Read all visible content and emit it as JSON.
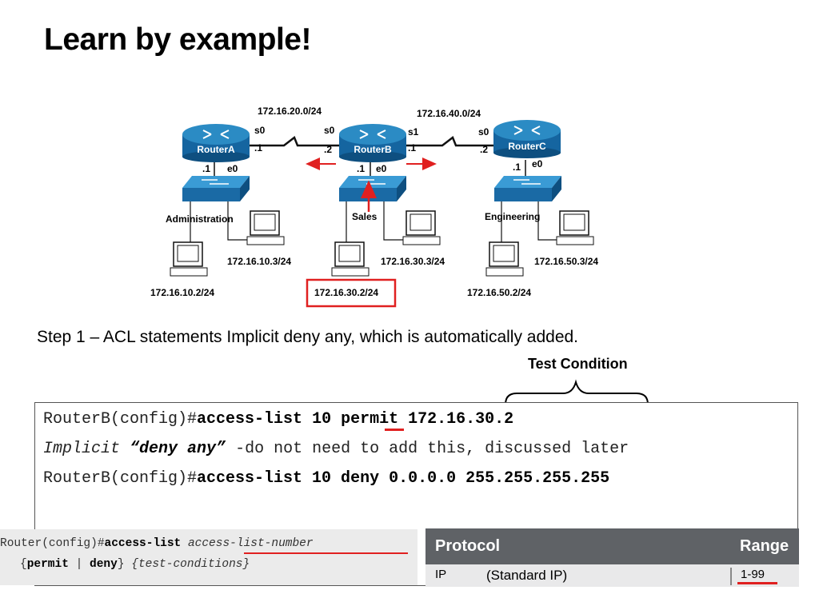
{
  "slide": {
    "title": "Learn by example!"
  },
  "network": {
    "routers": [
      {
        "name": "RouterA"
      },
      {
        "name": "RouterB"
      },
      {
        "name": "RouterC"
      }
    ],
    "links": [
      {
        "network": "172.16.20.0/24",
        "left_interface": "s0",
        "left_host": ".1",
        "right_interface": "s0",
        "right_host": ".2"
      },
      {
        "network": "172.16.40.0/24",
        "left_interface": "s1",
        "left_host": ".1",
        "right_interface": "s0",
        "right_host": ".2"
      }
    ],
    "lans": [
      {
        "name": "Administration",
        "interface": "e0",
        "gateway": ".1",
        "host_upper": "172.16.10.3/24",
        "host_lower": "172.16.10.2/24"
      },
      {
        "name": "Sales",
        "interface": "e0",
        "gateway": ".1",
        "host_upper": "172.16.30.3/24",
        "host_lower": "172.16.30.2/24"
      },
      {
        "name": "Engineering",
        "interface": "e0",
        "gateway": ".1",
        "host_upper": "172.16.50.3/24",
        "host_lower": "172.16.50.2/24"
      }
    ],
    "colors": {
      "router": "#1b79b5",
      "switch": "#2b8bc4",
      "highlight": "#e02020"
    }
  },
  "step_text": "Step 1 – ACL statements  Implicit deny any, which is automatically added.",
  "test_condition_label": "Test Condition",
  "config": {
    "line1": {
      "prompt": "RouterB(config)#",
      "cmd": "access-list ",
      "num": "10",
      "rest": " permit 172.16.30.2"
    },
    "line2": {
      "italic": "Implicit",
      "quoted": "“deny any”",
      "rest": " -do not need to add this, discussed later"
    },
    "line3": {
      "prompt": "RouterB(config)#",
      "cmd": "access-list 10 deny 0.0.0.0 255.255.255.255"
    }
  },
  "syntax": {
    "prompt": "Router(config)#",
    "cmd": "access-list",
    "arg": "access-list-number",
    "brace_open": "{",
    "permit": "permit",
    "sep": " | ",
    "deny": "deny",
    "brace_close": "}",
    "cond": "{test-conditions}"
  },
  "protocol_table": {
    "header_protocol": "Protocol",
    "header_range": "Range",
    "row_protocol": "IP",
    "row_desc": "(Standard IP)",
    "row_range": "1-99"
  }
}
